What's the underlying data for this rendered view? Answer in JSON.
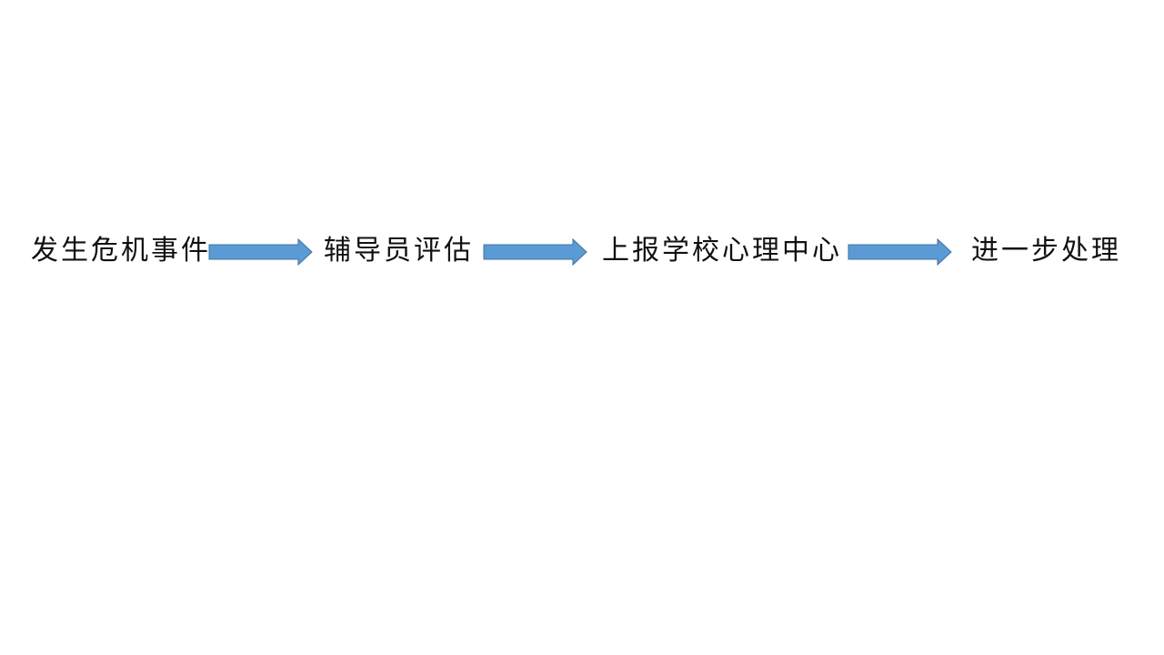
{
  "flow": {
    "steps": [
      {
        "label": "发生危机事件"
      },
      {
        "label": "辅导员评估"
      },
      {
        "label": "上报学校心理中心"
      },
      {
        "label": "进一步处理"
      }
    ],
    "arrow_fill": "#5b9bd5",
    "arrow_stroke": "#41719c",
    "text_color": "#111111"
  }
}
